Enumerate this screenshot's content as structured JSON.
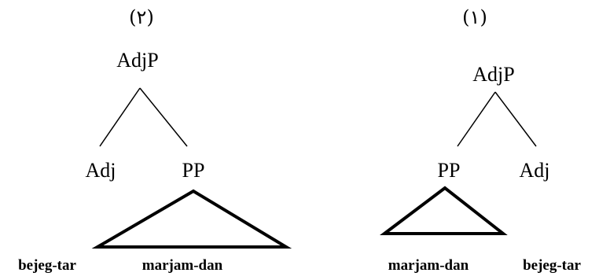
{
  "tree_2": {
    "number": "(٢)",
    "root": "AdjP",
    "left_child": "Adj",
    "right_child": "PP",
    "left_word": "bejeg-tar",
    "right_word": "marjam-dan"
  },
  "tree_1": {
    "number": "(١)",
    "root": "AdjP",
    "left_child": "PP",
    "right_child": "Adj",
    "left_word": "marjam-dan",
    "right_word": "bejeg-tar"
  }
}
